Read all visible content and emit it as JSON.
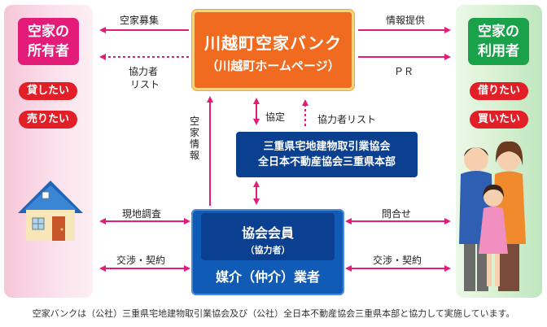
{
  "left": {
    "title_line1": "空家の",
    "title_line2": "所有者",
    "actions": [
      "貸したい",
      "売りたい"
    ]
  },
  "right": {
    "title_line1": "空家の",
    "title_line2": "利用者",
    "actions": [
      "借りたい",
      "買いたい"
    ]
  },
  "bank": {
    "name": "川越町空家バンク",
    "sub": "（川越町ホームページ）"
  },
  "association": {
    "line1": "三重県宅地建物取引業協会",
    "line2": "全日本不動産協会三重県本部"
  },
  "member": {
    "line1": "協会会員",
    "line2": "（協力者）",
    "role": "媒介（仲介）業者"
  },
  "labels": {
    "recruit": "空家募集",
    "partner_list_line1": "協力者",
    "partner_list_line2": "リスト",
    "info_provide": "情報提供",
    "pr": "ＰＲ",
    "agreement": "協定",
    "partner_list": "協力者リスト",
    "vacancy_info": "空家情報",
    "site_survey": "現地調査",
    "negotiation_left": "交渉・契約",
    "inquiry": "問合せ",
    "negotiation_right": "交渉・契約"
  },
  "footer": "空家バンクは（公社）三重県宅地建物取引業協会及び（公社）全日本不動産協会三重県本部と協力して実施しています。",
  "colors": {
    "arrow": "#e31c79",
    "owner_panel": "#f7c6d8",
    "user_panel": "#bfe6bf",
    "bank": "#f06a1f",
    "assoc": "#0b3f8f",
    "member": "#0f5bb5",
    "pill": "#e21f26"
  }
}
